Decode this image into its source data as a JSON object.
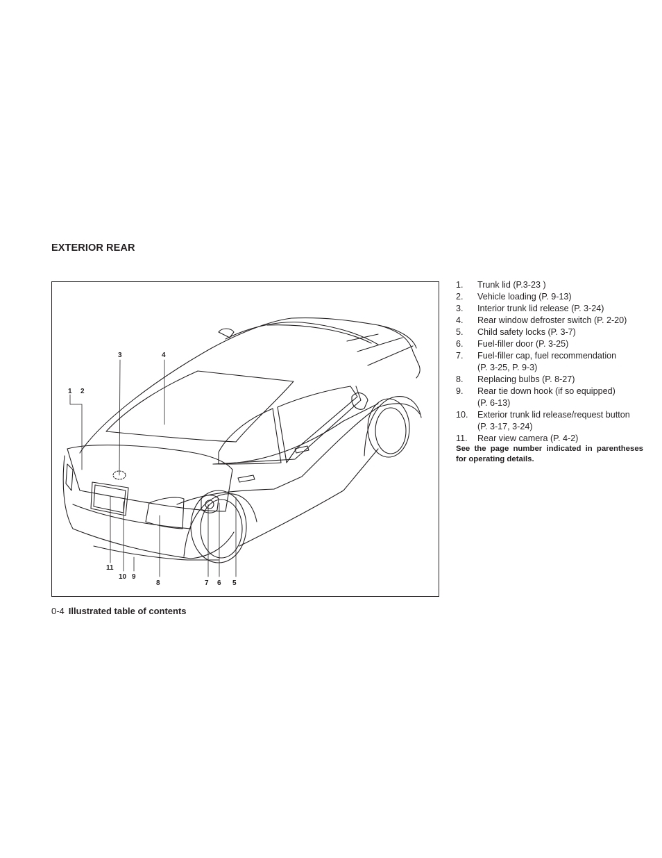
{
  "section": {
    "title": "EXTERIOR REAR"
  },
  "figure": {
    "callouts": [
      "1",
      "2",
      "3",
      "4",
      "5",
      "6",
      "7",
      "8",
      "9",
      "10",
      "11"
    ]
  },
  "items": [
    {
      "num": "1.",
      "text": "Trunk lid (P.3-23 )"
    },
    {
      "num": "2.",
      "text": "Vehicle loading (P. 9-13)"
    },
    {
      "num": "3.",
      "text": "Interior trunk lid release (P. 3-24)"
    },
    {
      "num": "4.",
      "text": "Rear window defroster switch (P. 2-20)"
    },
    {
      "num": "5.",
      "text": "Child safety locks (P. 3-7)"
    },
    {
      "num": "6.",
      "text": "Fuel-filler door (P. 3-25)"
    },
    {
      "num": "7.",
      "text": "Fuel-filler cap, fuel recommendation",
      "cont": "(P. 3-25, P. 9-3)"
    },
    {
      "num": "8.",
      "text": "Replacing bulbs (P. 8-27)"
    },
    {
      "num": "9.",
      "text": "Rear tie down hook (if so equipped)",
      "cont": "(P. 6-13)"
    },
    {
      "num": "10.",
      "text": "Exterior trunk lid release/request button",
      "cont": "(P. 3-17, 3-24)"
    },
    {
      "num": "11.",
      "text": "Rear view camera (P. 4-2)"
    }
  ],
  "note": "See the page number indicated in parentheses for operating details.",
  "footer": {
    "page_number": "0-4",
    "title": "Illustrated table of contents"
  }
}
